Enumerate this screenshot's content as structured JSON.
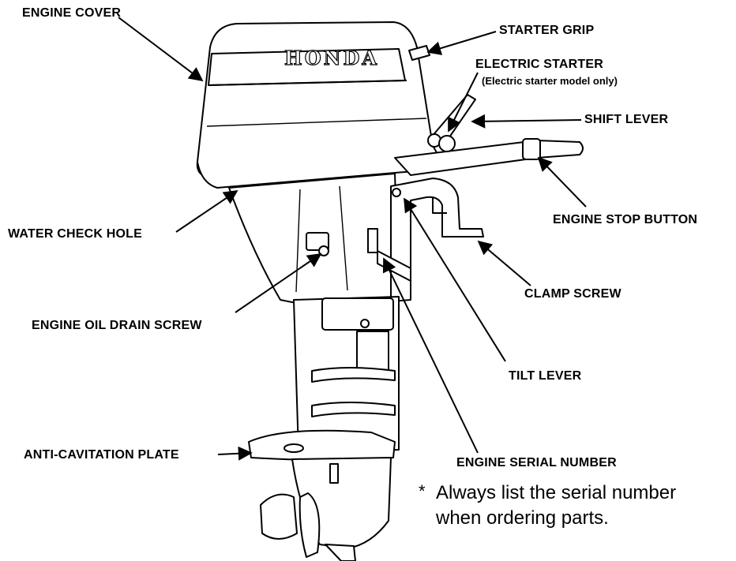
{
  "brand": "HONDA",
  "labels": {
    "engine_cover": "ENGINE COVER",
    "starter_grip": "STARTER GRIP",
    "electric_starter": "ELECTRIC STARTER",
    "electric_starter_note": "(Electric starter model only)",
    "shift_lever": "SHIFT LEVER",
    "engine_stop_button": "ENGINE STOP BUTTON",
    "water_check_hole": "WATER CHECK HOLE",
    "clamp_screw": "CLAMP SCREW",
    "engine_oil_drain_screw": "ENGINE OIL DRAIN SCREW",
    "tilt_lever": "TILT LEVER",
    "anti_cavitation_plate": "ANTI-CAVITATION PLATE",
    "engine_serial_number": "ENGINE SERIAL NUMBER"
  },
  "note": {
    "marker": "*",
    "line1": "Always list the serial number",
    "line2": "when ordering parts."
  }
}
